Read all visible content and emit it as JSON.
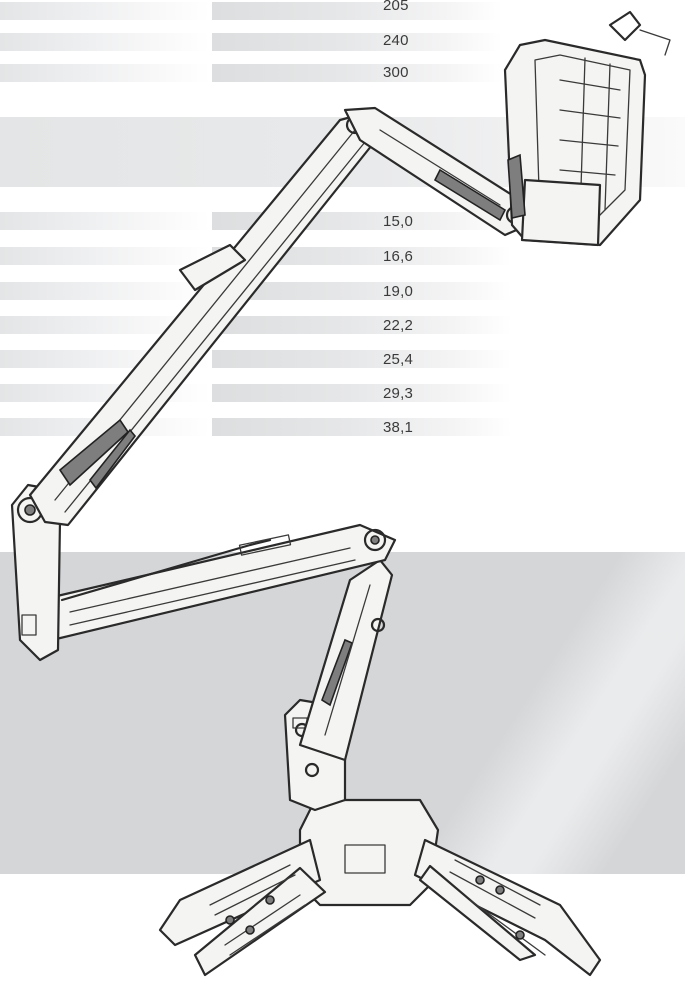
{
  "top_table": {
    "values": [
      "205",
      "240",
      "300"
    ]
  },
  "bottom_table": {
    "values": [
      "15,0",
      "16,6",
      "19,0",
      "22,2",
      "25,4",
      "29,3",
      "38,1"
    ]
  },
  "colors": {
    "text": "#3a3a3a",
    "band": "#e4e5e6",
    "panel": "#d5d6d8"
  }
}
